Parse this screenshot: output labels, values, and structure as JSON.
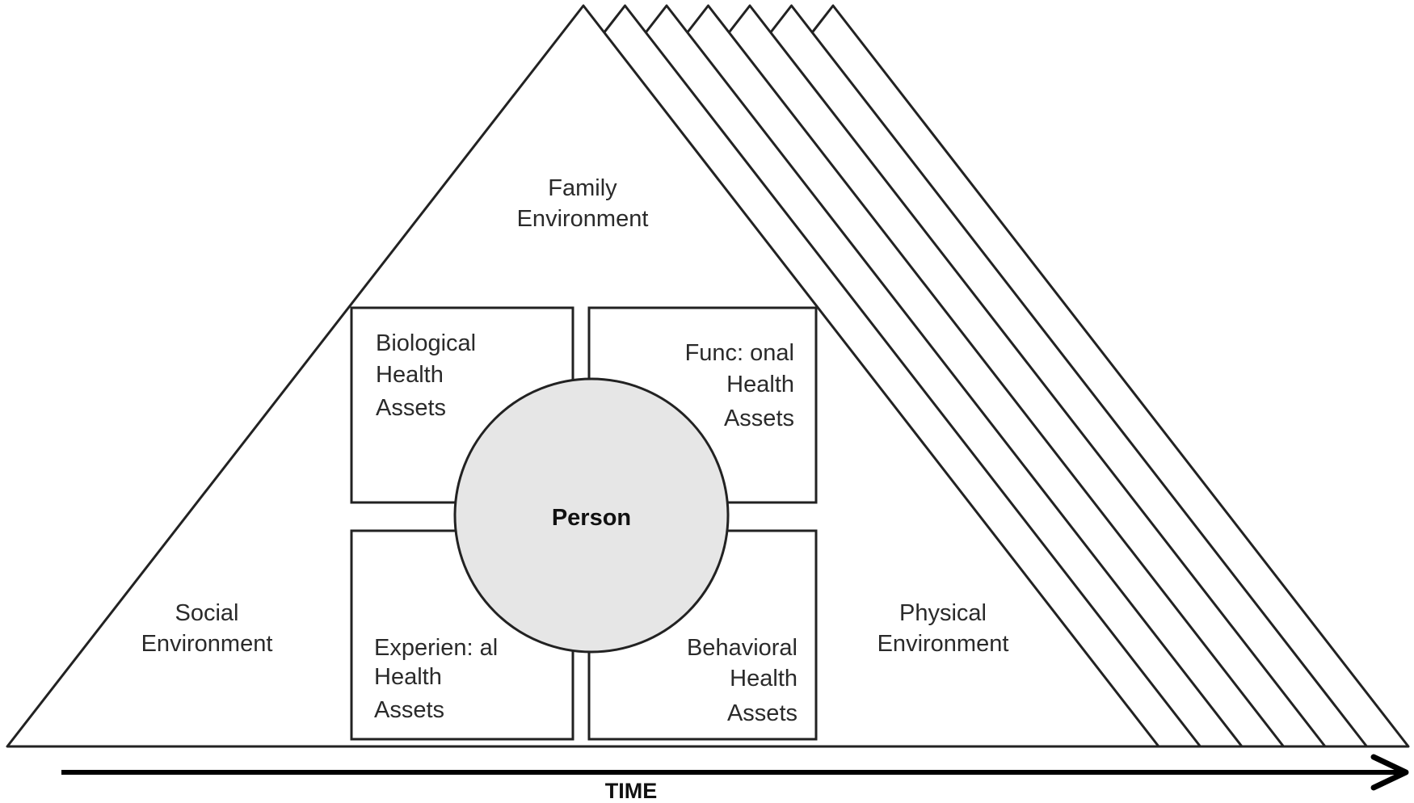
{
  "environments": {
    "family": [
      "Family",
      "Environment"
    ],
    "social": [
      "Social",
      "Environment"
    ],
    "physical": [
      "Physical",
      "Environment"
    ]
  },
  "assets": {
    "biological": [
      "Biological",
      "Health",
      "Assets"
    ],
    "functional": [
      "Func: onal",
      "Health",
      "Assets"
    ],
    "experiential": [
      "Experien: al",
      "Health",
      "Assets"
    ],
    "behavioral": [
      "Behavioral",
      "Health",
      "Assets"
    ]
  },
  "center": {
    "label": "Person"
  },
  "axis": {
    "label": "TIME"
  },
  "colors": {
    "line": "#222222",
    "circle_fill": "#e6e6e6",
    "background": "#ffffff"
  },
  "time_layers": 6
}
